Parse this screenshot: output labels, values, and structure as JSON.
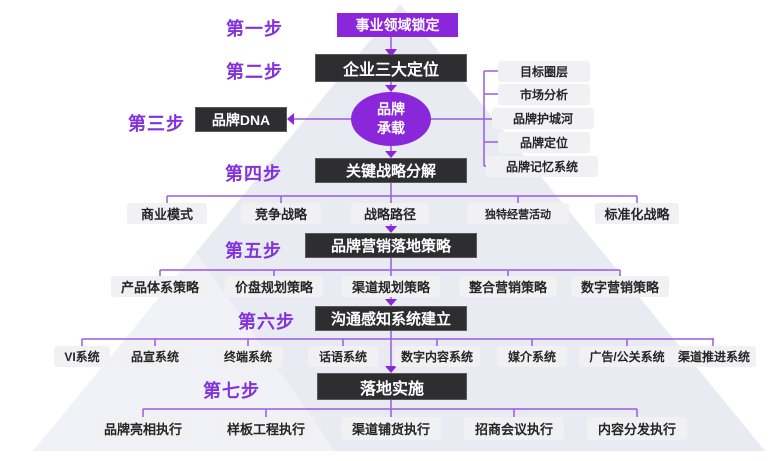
{
  "colors": {
    "accent_purple": "#8A27DA",
    "line_purple": "#9B5BE2",
    "label_purple": "#8233DB",
    "dark_box": "#2E2E30",
    "light_node": "#F1F1F4",
    "triangle": "#E9EBF3"
  },
  "labels": {
    "step1": "第一步",
    "step2": "第二步",
    "step3": "第三步",
    "step4": "第四步",
    "step5": "第五步",
    "step6": "第六步",
    "step7": "第七步"
  },
  "nodes": {
    "step1_box": "事业领域锁定",
    "step2_box": "企业三大定位",
    "ellipse_line1": "品牌",
    "ellipse_line2": "承载",
    "brand_dna": "品牌DNA",
    "step4_box": "关键战略分解",
    "step5_box": "品牌营销落地策略",
    "step6_box": "沟通感知系统建立",
    "step7_box": "落地实施"
  },
  "right_column": [
    "目标圈层",
    "市场分析",
    "品牌护城河",
    "品牌定位",
    "品牌记忆系统"
  ],
  "row4": [
    "商业模式",
    "竞争战略",
    "战略路径",
    "独特经营活动",
    "标准化战略"
  ],
  "row5": [
    "产品体系策略",
    "价盘规划策略",
    "渠道规划策略",
    "整合营销策略",
    "数字营销策略"
  ],
  "row6": [
    "VI系统",
    "品宣系统",
    "终端系统",
    "话语系统",
    "数字内容系统",
    "媒介系统",
    "广告/公关系统",
    "渠道推进系统"
  ],
  "row7": [
    "品牌亮相执行",
    "样板工程执行",
    "渠道铺货执行",
    "招商会议执行",
    "内容分发执行"
  ]
}
